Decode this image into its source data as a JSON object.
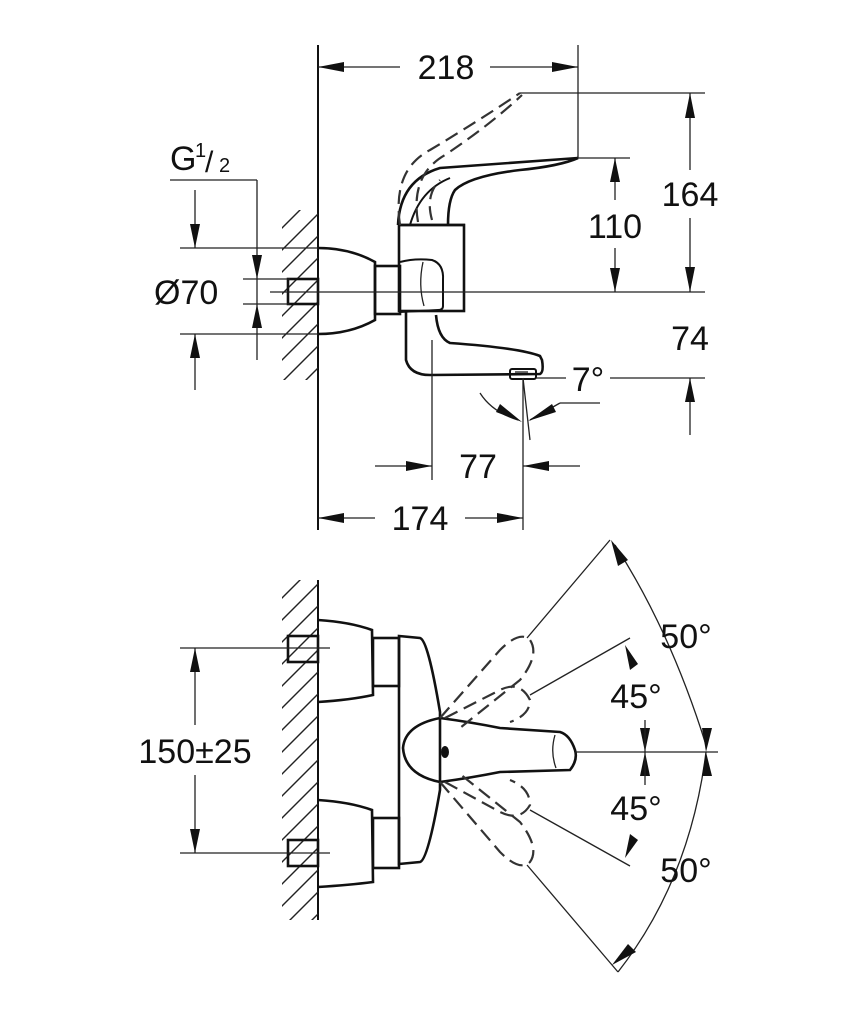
{
  "drawing": {
    "title": "Wall-mounted single-lever basin mixer — dimension drawing",
    "units": "mm",
    "colors": {
      "line": "#111111",
      "background": "#ffffff"
    },
    "side_view": {
      "dimensions": {
        "overall_length": "218",
        "total_height": "164",
        "spout_height": "110",
        "spout_drop": "74",
        "thread": {
          "base": "G",
          "fraction_num": "1",
          "fraction_den": "2"
        },
        "escutcheon_diameter": "Ø70",
        "spout_angle": "7°",
        "spout_offset": "77",
        "projection": "174"
      }
    },
    "top_view": {
      "dimensions": {
        "centre_distance": "150±25",
        "lever_angle_upper_outer": "50°",
        "lever_angle_upper_inner": "45°",
        "lever_angle_lower_inner": "45°",
        "lever_angle_lower_outer": "50°"
      }
    }
  }
}
